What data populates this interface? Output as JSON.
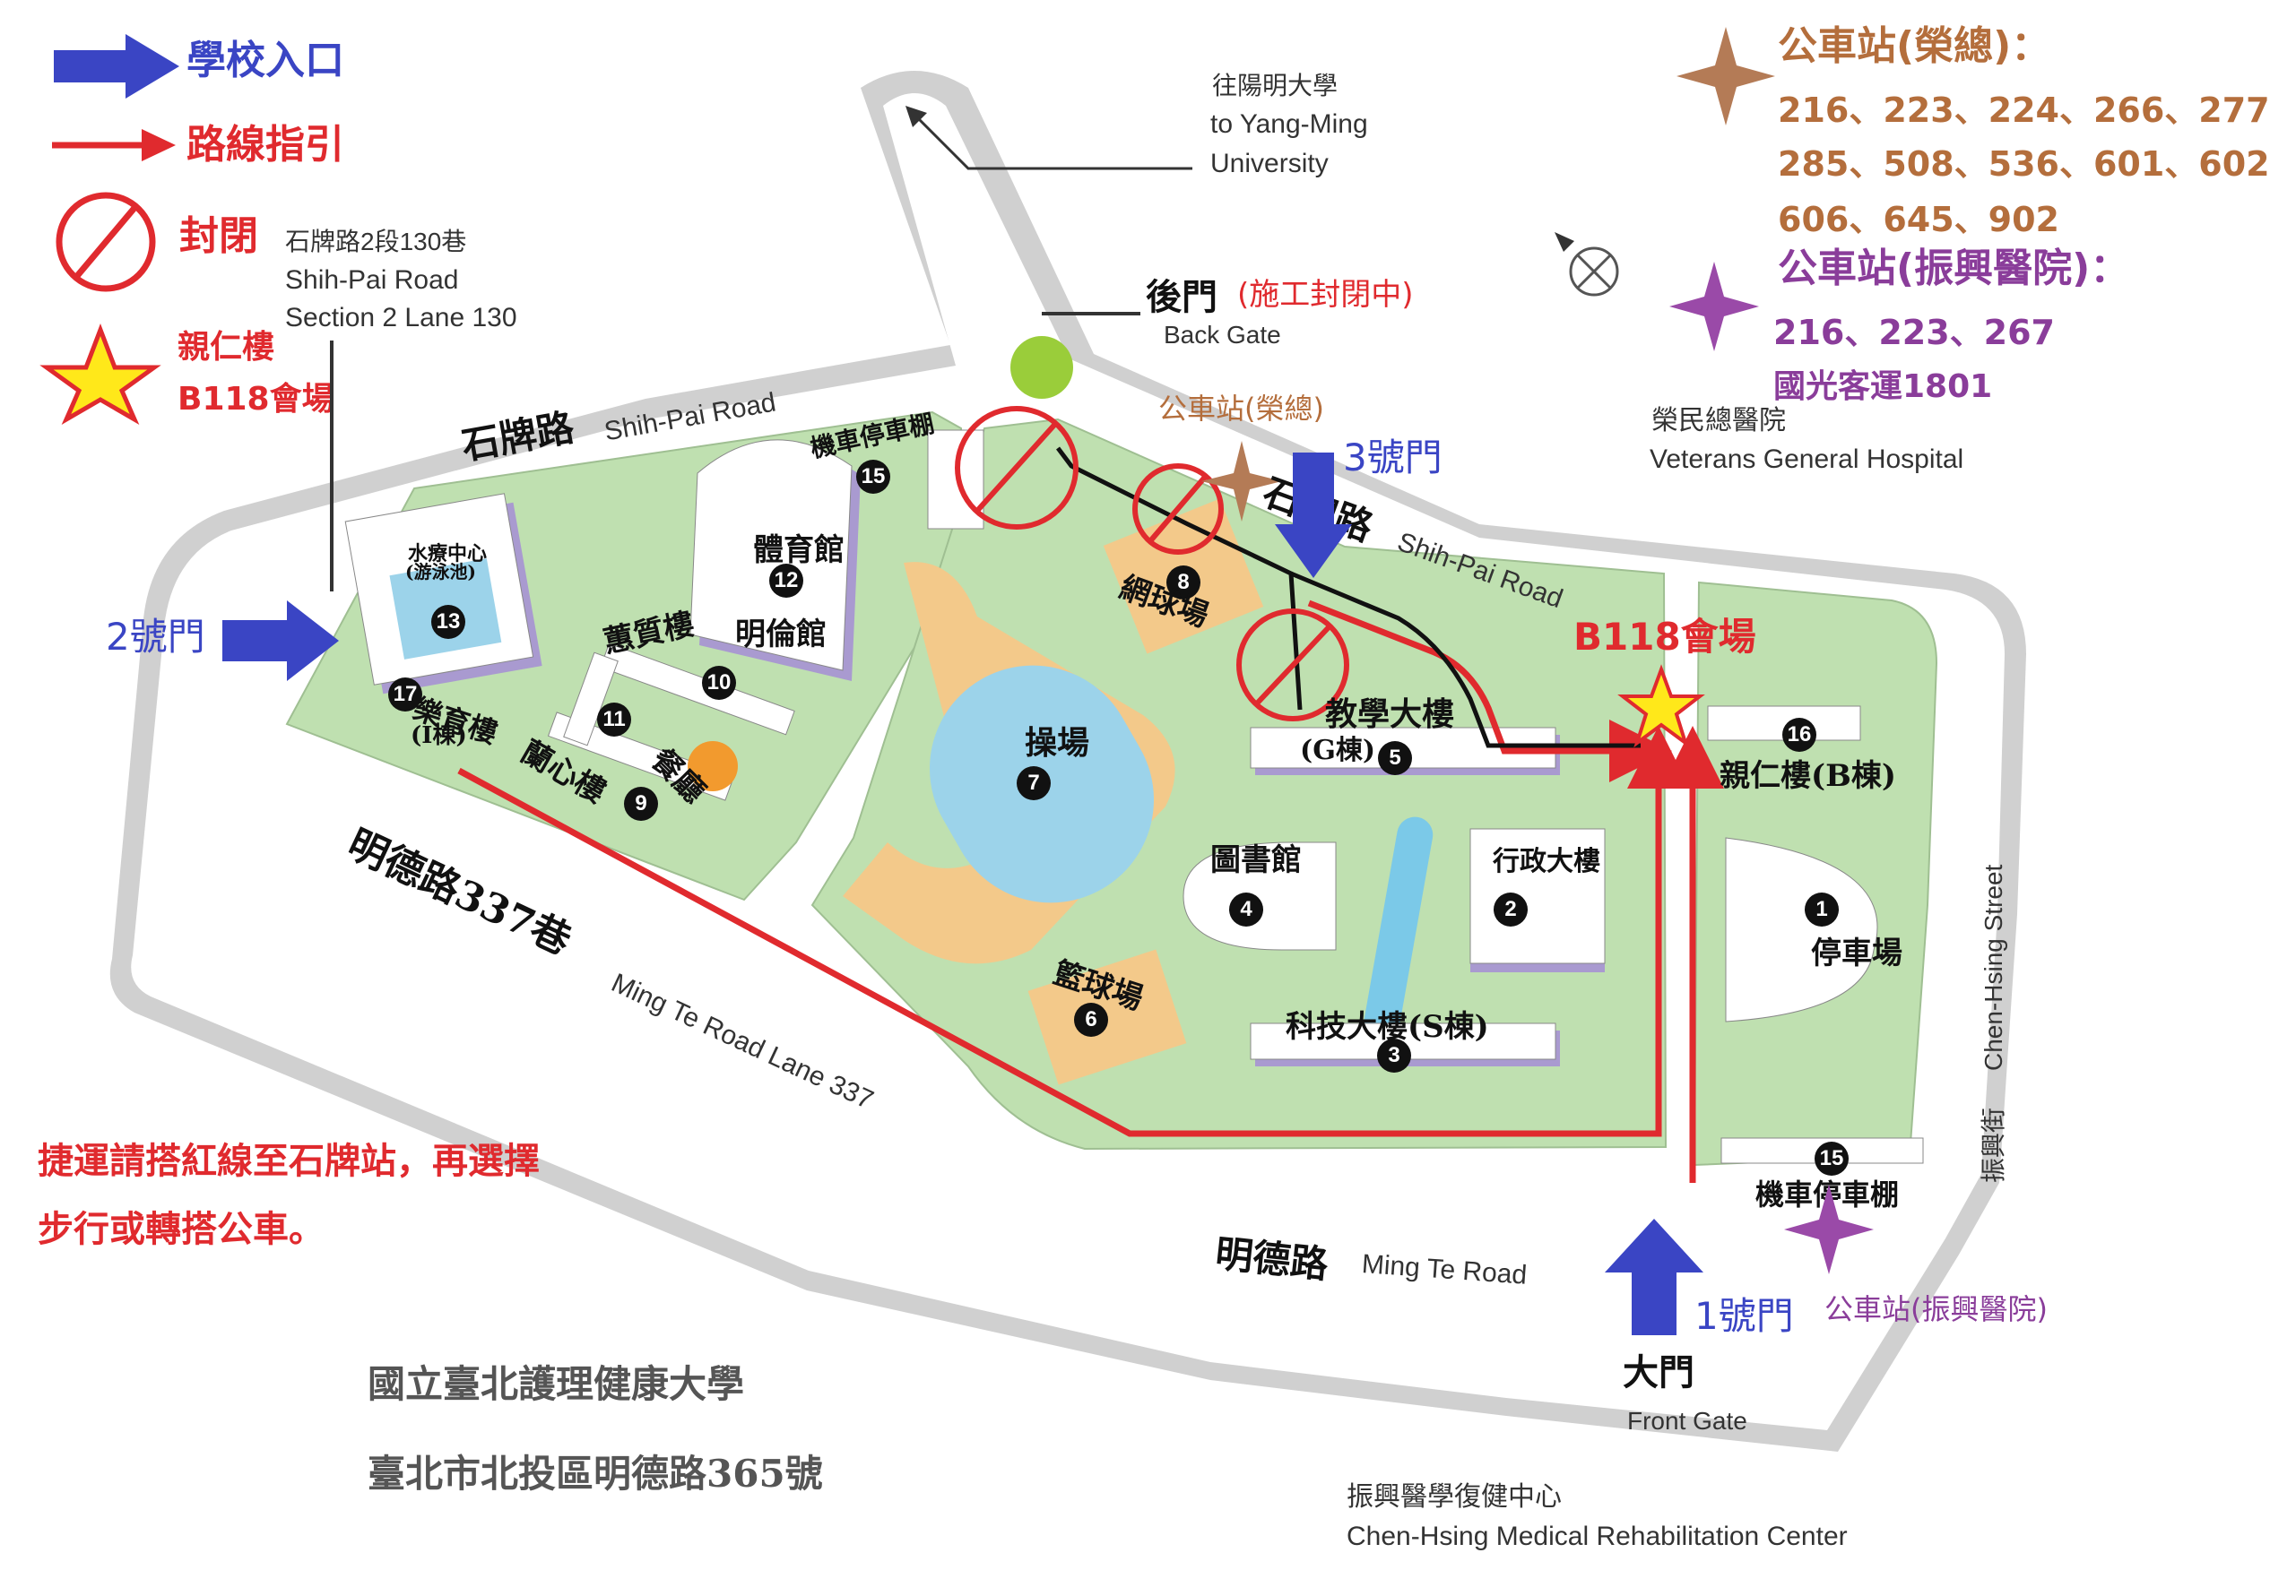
{
  "legend": {
    "entrance": "學校入口",
    "route": "路線指引",
    "closed": "封閉",
    "venue_line1": "親仁樓",
    "venue_line2": "B118會場"
  },
  "bus_veterans": {
    "title": "公車站(榮總)：",
    "line1": "216、223、224、266、277",
    "line2": "285、508、536、601、602",
    "line3": "606、645、902"
  },
  "bus_chenhsing": {
    "title": "公車站(振興醫院)：",
    "line1": "216、223、267",
    "line2": "國光客運1801"
  },
  "places": {
    "yangming_zh": "往陽明大學",
    "yangming_en1": "to Yang-Ming",
    "yangming_en2": "University",
    "lane130_zh": "石牌路2段130巷",
    "lane130_en1": "Shih-Pai Road",
    "lane130_en2": "Section 2 Lane 130",
    "backgate_zh": "後門",
    "backgate_note": "(施工封閉中)",
    "backgate_en": "Back Gate",
    "bus_stop_veterans": "公車站(榮總)",
    "vgh_zh": "榮民總醫院",
    "vgh_en": "Veterans General Hospital",
    "shihpai_zh": "石牌路",
    "shihpai_en": "Shih-Pai Road",
    "shihpai2_zh": "石牌路",
    "shihpai2_en": "Shih-Pai Road",
    "gate3": "3號門",
    "gate2": "2號門",
    "gate1": "1號門",
    "venue": "B118會場",
    "mingte_lane_zh": "明德路337巷",
    "mingte_lane_en": "Ming Te Road Lane 337",
    "mingte_zh": "明德路",
    "mingte_en": "Ming Te Road",
    "frontgate_zh": "大門",
    "frontgate_en": "Front Gate",
    "bus_stop_chenhsing": "公車站(振興醫院)",
    "chenhsing_st_en": "Chen-Hsing Street",
    "chenhsing_st_zh": "振興街",
    "rehab_zh": "振興醫學復健中心",
    "rehab_en": "Chen-Hsing Medical Rehabilitation Center",
    "mrt_line1": "捷運請搭紅線至石牌站，再選擇",
    "mrt_line2": "步行或轉搭公車。",
    "univ_name": "國立臺北護理健康大學",
    "univ_addr": "臺北市北投區明德路365號"
  },
  "buildings": [
    {
      "num": "1",
      "name": "停車場"
    },
    {
      "num": "2",
      "name": "行政大樓"
    },
    {
      "num": "3",
      "name": "科技大樓(S棟)"
    },
    {
      "num": "4",
      "name": "圖書館"
    },
    {
      "num": "5",
      "name": "教學大樓",
      "sub": "(G棟)"
    },
    {
      "num": "6",
      "name": "籃球場"
    },
    {
      "num": "7",
      "name": "操場"
    },
    {
      "num": "8",
      "name": "網球場"
    },
    {
      "num": "9",
      "name": "蘭心樓"
    },
    {
      "num": "10",
      "name": "蕙質樓"
    },
    {
      "num": "11",
      "name": "餐廳"
    },
    {
      "num": "12",
      "name": "體育館",
      "sub": "明倫館"
    },
    {
      "num": "13",
      "name": "水療中心",
      "sub": "(游泳池)"
    },
    {
      "num": "15",
      "name": "機車停車棚"
    },
    {
      "num": "15",
      "name": "機車停車棚"
    },
    {
      "num": "16",
      "name": "親仁樓(B棟)"
    },
    {
      "num": "17",
      "name": "樂育樓",
      "sub": "(I棟)"
    }
  ],
  "colors": {
    "campus": "#bfe0b0",
    "road": "#ffffff",
    "road_edge": "#bdbdbd",
    "building": "#ffffff",
    "building_shadow": "#a99ad0",
    "track": "#f3c98a",
    "field": "#9cd3ea",
    "route": "#e02a2e",
    "entrance": "#3a45c4",
    "venue_star": "#ffe81a",
    "bus_veterans": "#b47b56",
    "bus_chenhsing": "#9a4aa8"
  }
}
